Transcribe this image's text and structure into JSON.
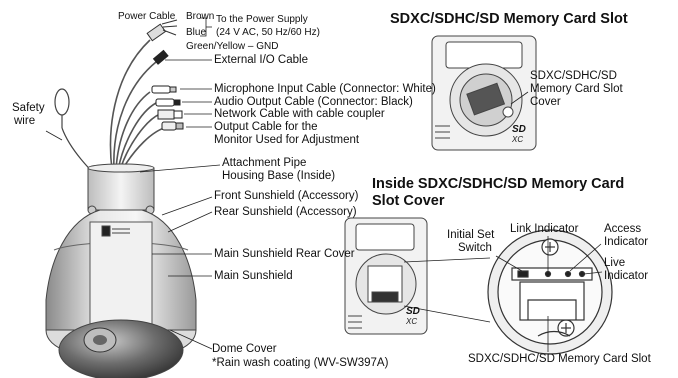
{
  "cable_labels": {
    "power_cable": "Power Cable",
    "brown": "Brown",
    "blue": "Blue",
    "to_power_supply": "To the Power Supply",
    "power_spec": "(24 V AC, 50 Hz/60 Hz)",
    "green_yellow_gnd": "Green/Yellow – GND",
    "external_io": "External I/O Cable",
    "mic_input": "Microphone Input Cable (Connector: White)",
    "audio_output": "Audio Output Cable (Connector: Black)",
    "network": "Network Cable with cable coupler",
    "monitor_out_line1": "Output Cable for the",
    "monitor_out_line2": "Monitor Used for Adjustment"
  },
  "body_labels": {
    "safety_wire_line1": "Safety",
    "safety_wire_line2": "wire",
    "attachment_pipe": "Attachment Pipe",
    "housing_base": "Housing Base (Inside)",
    "front_sunshield": "Front Sunshield (Accessory)",
    "rear_sunshield": "Rear Sunshield (Accessory)",
    "main_rear_cover": "Main Sunshield Rear Cover",
    "main_sunshield": "Main Sunshield",
    "dome_cover": "Dome Cover",
    "rain_wash": "*Rain wash coating (WV-SW397A)"
  },
  "sd_slot_section": {
    "heading": "SDXC/SDHC/SD Memory Card Slot",
    "cover_line1": "SDXC/SDHC/SD",
    "cover_line2": "Memory Card Slot",
    "cover_line3": "Cover"
  },
  "inside_cover_section": {
    "heading_line1": "Inside SDXC/SDHC/SD Memory Card",
    "heading_line2": "Slot Cover",
    "initial_set_line1": "Initial Set",
    "initial_set_line2": "Switch",
    "link_indicator": "Link Indicator",
    "access_line1": "Access",
    "access_line2": "Indicator",
    "live_line1": "Live",
    "live_line2": "Indicator",
    "card_slot": "SDXC/SDHC/SD Memory Card Slot"
  },
  "device_marks": {
    "sd_logo_line1": "SD",
    "sd_logo_line2": "XC"
  }
}
